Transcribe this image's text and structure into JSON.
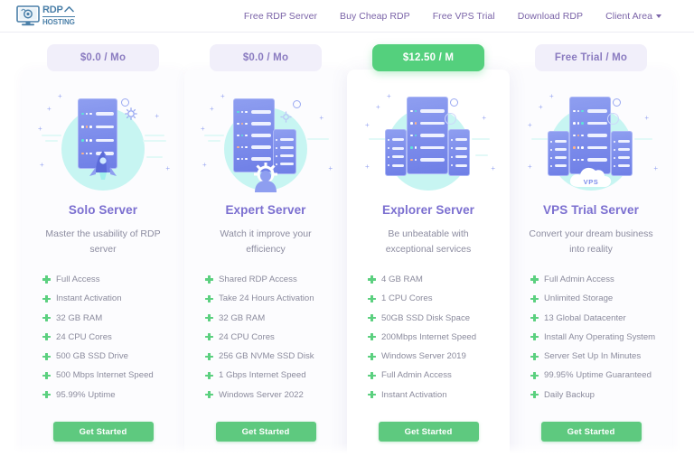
{
  "header": {
    "logo": {
      "icon": "monitor-icon",
      "primary_text": "RDP",
      "secondary_text": "HOSTING",
      "accent_color": "#4a7fa8"
    },
    "nav": [
      {
        "label": "Free RDP Server",
        "has_caret": false
      },
      {
        "label": "Buy Cheap RDP",
        "has_caret": false
      },
      {
        "label": "Free VPS Trial",
        "has_caret": false
      },
      {
        "label": "Download RDP",
        "has_caret": false
      },
      {
        "label": "Client Area",
        "has_caret": true
      }
    ],
    "nav_color": "#7b64a8"
  },
  "colors": {
    "accent_green": "#5ec97f",
    "tag_bg": "#f1effa",
    "tag_text": "#8a7bc0",
    "title_purple": "#7b6fd0",
    "illustration_circle": "#c7f5f2",
    "server_blue": "#7c8ceb"
  },
  "plans": [
    {
      "price_label": "$0.0 / Mo",
      "featured": false,
      "illustration": "server-rack-rocket-illustration",
      "title": "Solo Server",
      "description": "Master the usability of RDP server",
      "features": [
        "Full Access",
        "Instant Activation",
        "32 GB RAM",
        "24 CPU Cores",
        "500 GB SSD Drive",
        "500 Mbps Internet Speed",
        "95.99% Uptime"
      ],
      "cta_label": "Get Started"
    },
    {
      "price_label": "$0.0 / Mo",
      "featured": false,
      "illustration": "server-rack-user-gear-illustration",
      "title": "Expert Server",
      "description": "Watch it improve your efficiency",
      "features": [
        "Shared RDP Access",
        "Take 24 Hours Activation",
        "32 GB RAM",
        "24 CPU Cores",
        "256 GB NVMe SSD Disk",
        "1 Gbps Internet Speed",
        "Windows Server 2022"
      ],
      "cta_label": "Get Started"
    },
    {
      "price_label": "$12.50 / M",
      "featured": true,
      "illustration": "triple-server-rack-illustration",
      "title": "Explorer Server",
      "description": "Be unbeatable with exceptional services",
      "features": [
        "4 GB RAM",
        "1 CPU Cores",
        "50GB SSD Disk Space",
        "200Mbps Internet Speed",
        "Windows Server 2019",
        "Full Admin Access",
        "Instant Activation"
      ],
      "cta_label": "Get Started"
    },
    {
      "price_label": "Free Trial / Mo",
      "featured": false,
      "illustration": "server-rack-vps-cloud-illustration",
      "title": "VPS Trial Server",
      "description": "Convert your dream business into reality",
      "features": [
        "Full Admin Access",
        "Unlimited Storage",
        "13 Global Datacenter",
        "Install Any Operating System",
        "Server Set Up In Minutes",
        "99.95% Uptime Guaranteed",
        "Daily Backup"
      ],
      "cta_label": "Get Started"
    }
  ]
}
